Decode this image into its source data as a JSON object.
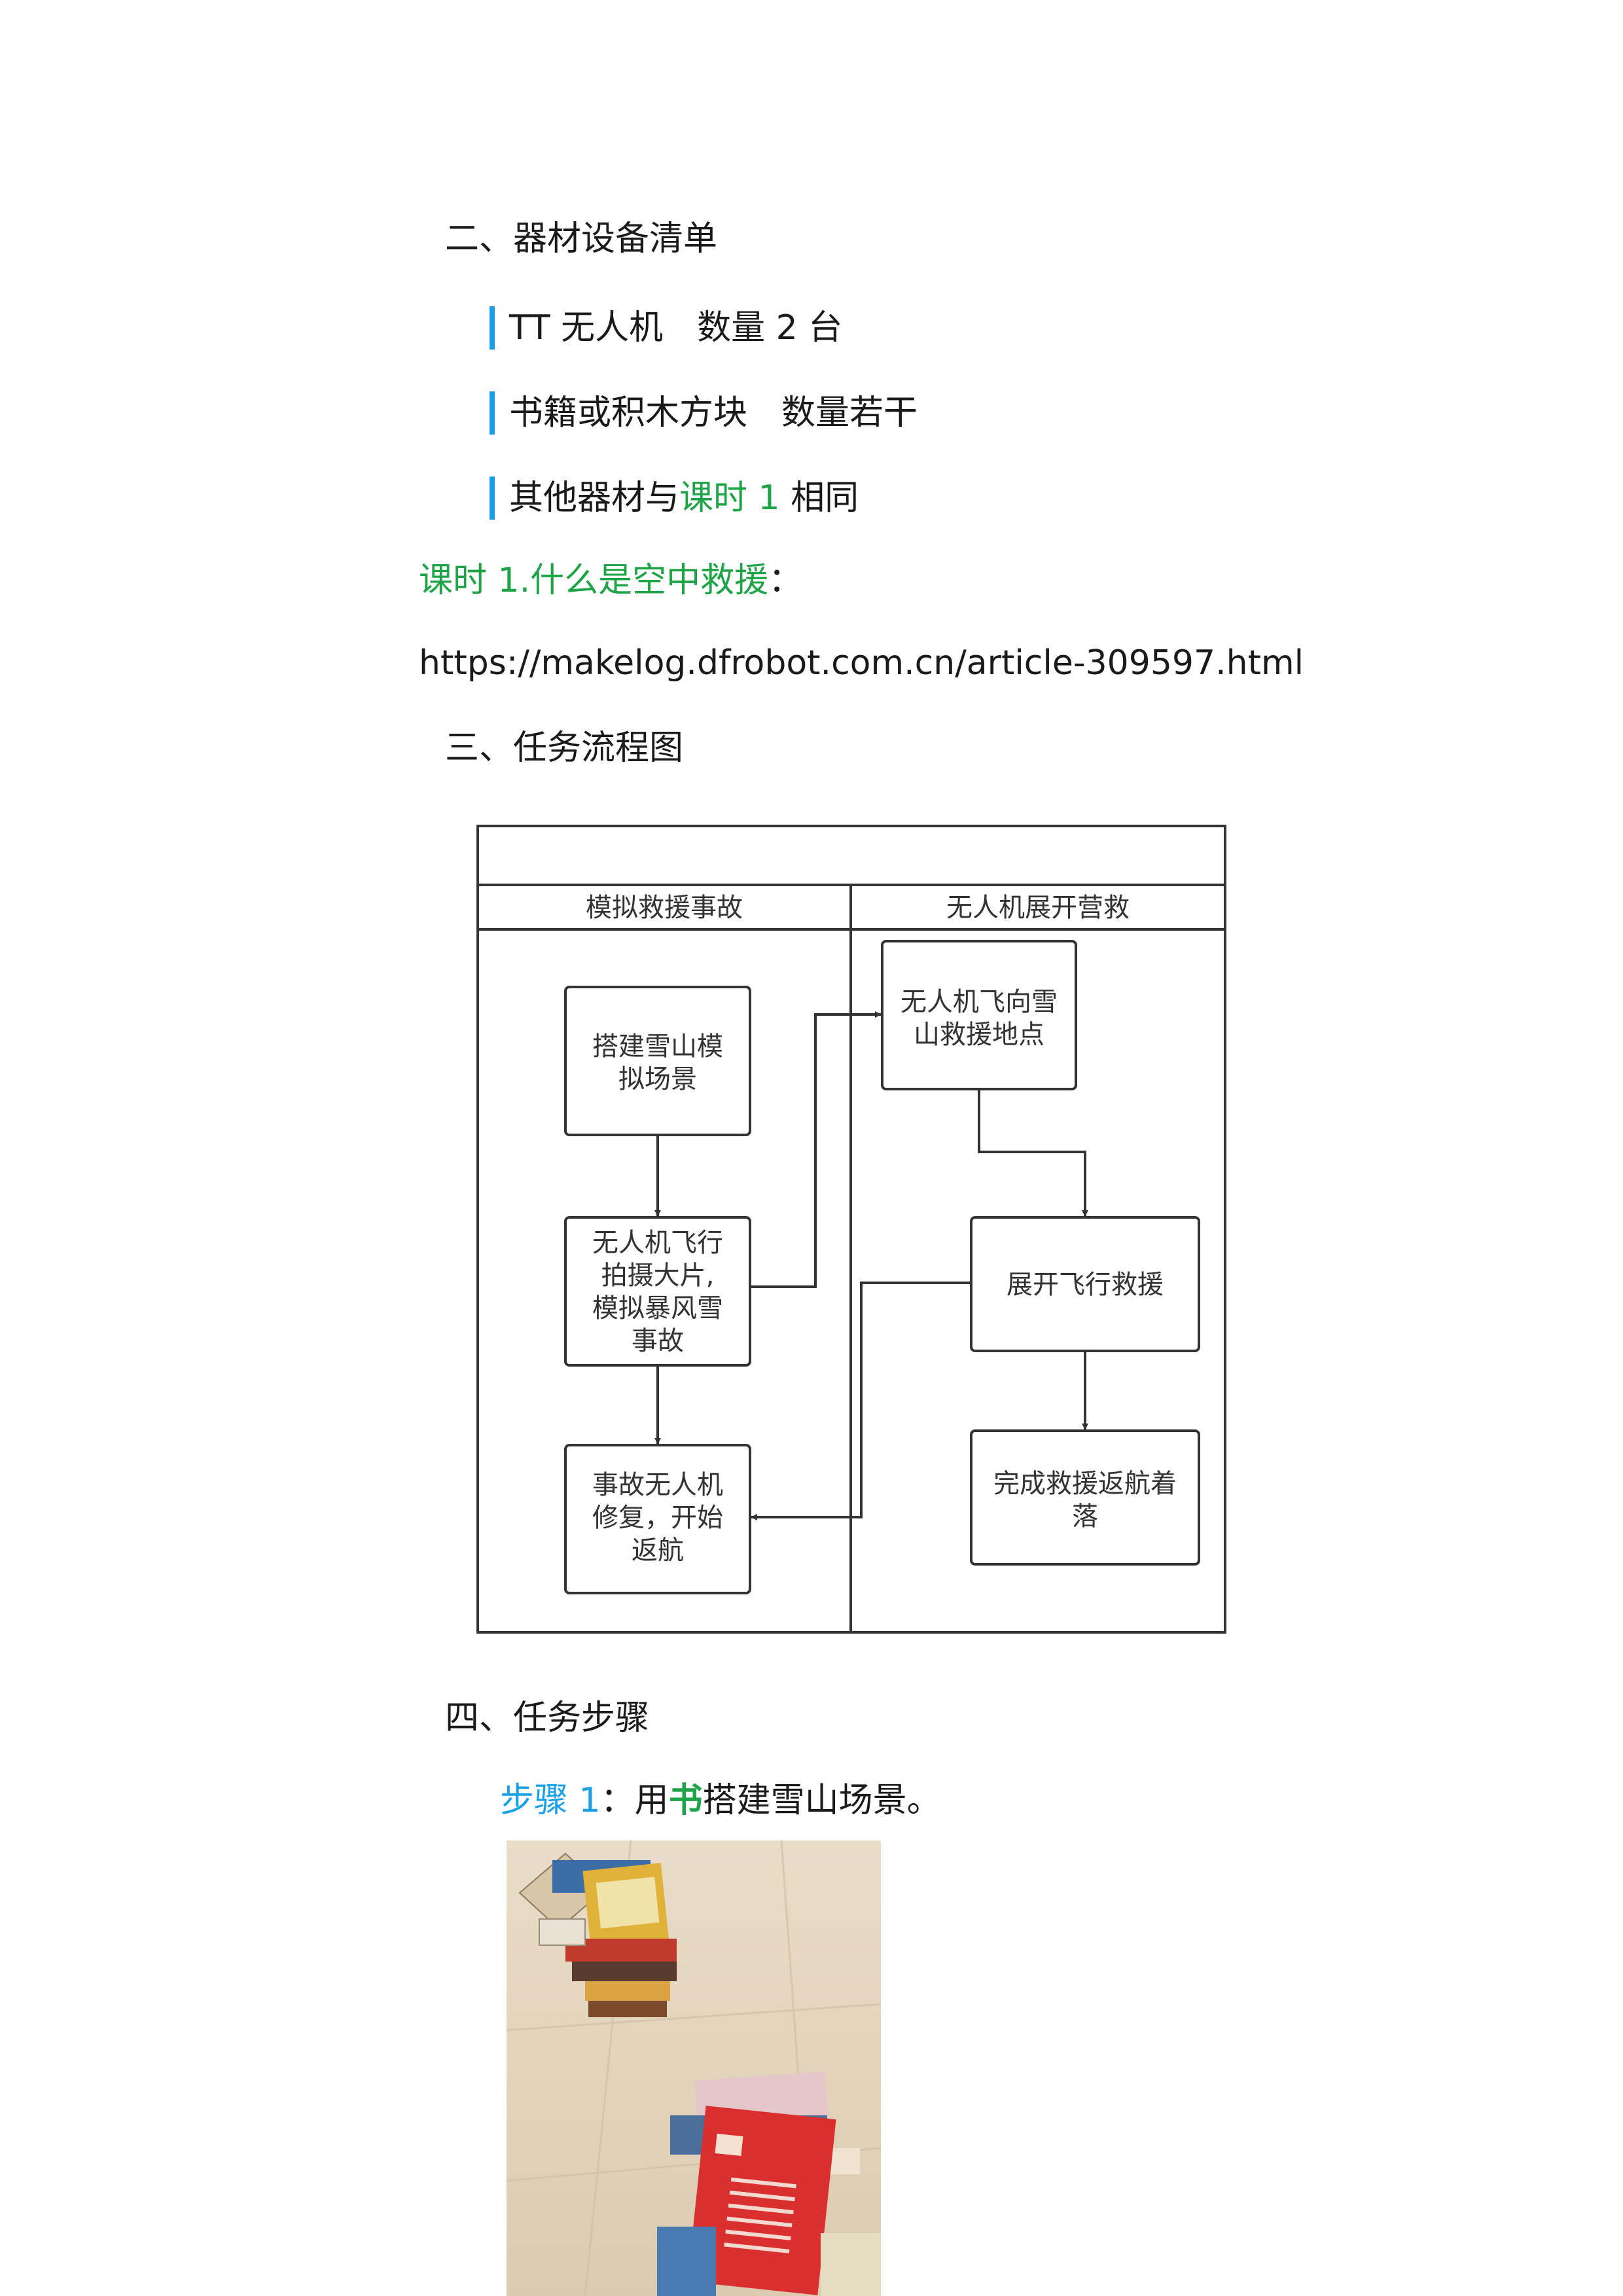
{
  "sections": {
    "equipment_heading": "二、器材设备清单",
    "flow_heading": "三、任务流程图",
    "steps_heading": "四、任务步骤"
  },
  "equipment": [
    "TT 无人机　数量 2 台",
    " 书籍或积木方块　数量若干"
  ],
  "equipment_last": {
    "prefix": " 其他器材与",
    "link": "课时 1",
    "suffix": " 相同"
  },
  "lesson_ref": {
    "link": "课时 1.什么是空中救援",
    "colon": "："
  },
  "url": "https://makelog.dfrobot.com.cn/article-309597.html",
  "flowchart": {
    "lanes": [
      {
        "title": "模拟救援事故",
        "boxes": [
          [
            "搭建雪山模",
            "拟场景"
          ],
          [
            "无人机飞行",
            "拍摄大片,",
            "模拟暴风雪",
            "事故"
          ],
          [
            "事故无人机",
            "修复，开始",
            "返航"
          ]
        ]
      },
      {
        "title": "无人机展开营救",
        "boxes": [
          [
            "无人机飞向雪",
            "山救援地点"
          ],
          [
            "展开飞行救援"
          ],
          [
            "完成救援返航着",
            "落"
          ]
        ]
      }
    ]
  },
  "step1": {
    "label": "步骤 1",
    "colon": "：用",
    "bold": "书",
    "rest": "搭建雪山场景。"
  },
  "colors": {
    "accent_blue": "#1aa0e8",
    "link_green": "#1fa347",
    "line": "#333333"
  }
}
